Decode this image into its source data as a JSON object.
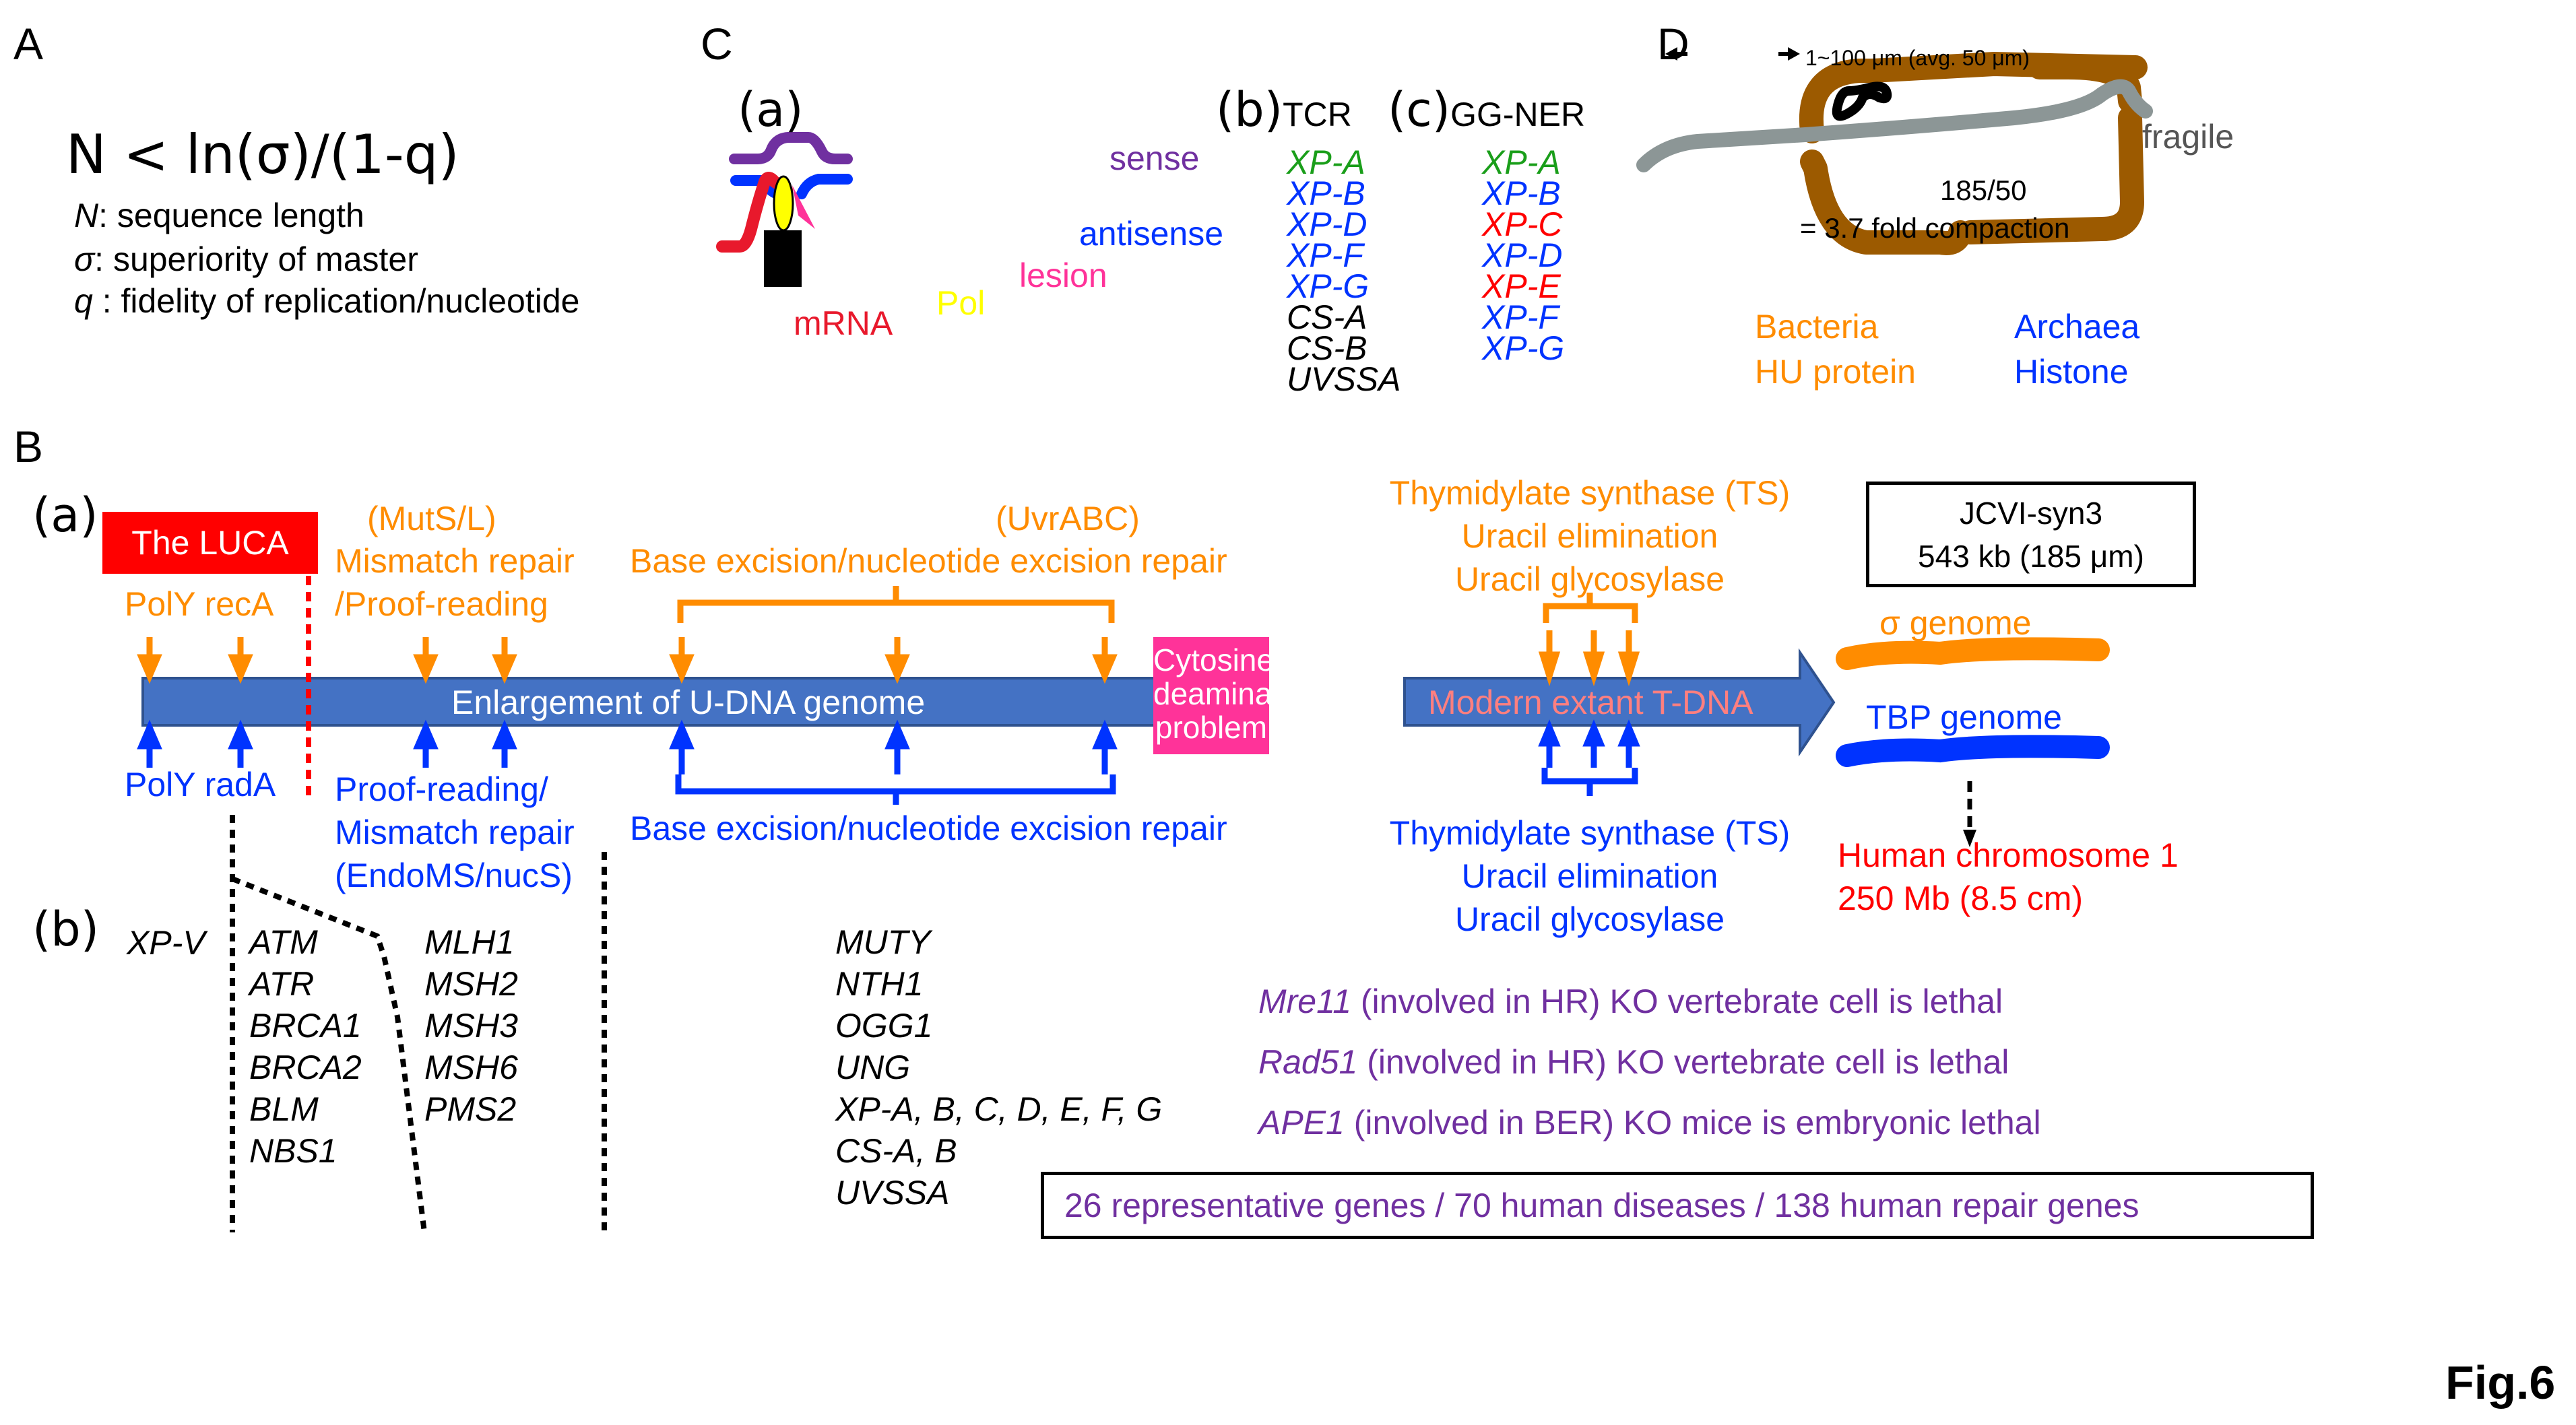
{
  "figure_label": "Fig.6",
  "panel_A": {
    "label": "A",
    "formula": "N < ln(σ)/(1-q)",
    "definitions": [
      {
        "symbol": "N",
        "text": ": sequence length"
      },
      {
        "symbol": "σ",
        "text": ": superiority of master"
      },
      {
        "symbol": "q",
        "text": " : fidelity of replication/nucleotide"
      }
    ]
  },
  "panel_C": {
    "label": "C",
    "sub_a": "(a)",
    "sub_b": "(b)",
    "sub_b_title": "TCR",
    "sub_c": "(c)",
    "sub_c_title": "GG-NER",
    "diagram_labels": {
      "sense": "sense",
      "antisense": "antisense",
      "lesion": "lesion",
      "mrna": "mRNA",
      "pol": "Pol"
    },
    "tcr_genes": [
      {
        "name": "XP-A",
        "color": "#1a9e1a"
      },
      {
        "name": "XP-B",
        "color": "#0033ff"
      },
      {
        "name": "XP-D",
        "color": "#0033ff"
      },
      {
        "name": "XP-F",
        "color": "#0033ff"
      },
      {
        "name": "XP-G",
        "color": "#0033ff"
      },
      {
        "name": "CS-A",
        "color": "#000000"
      },
      {
        "name": "CS-B",
        "color": "#000000"
      },
      {
        "name": "UVSSA",
        "color": "#000000"
      }
    ],
    "ggner_genes": [
      {
        "name": "XP-A",
        "color": "#1a9e1a"
      },
      {
        "name": "XP-B",
        "color": "#0033ff"
      },
      {
        "name": "XP-C",
        "color": "#ff0000"
      },
      {
        "name": "XP-D",
        "color": "#0033ff"
      },
      {
        "name": "XP-E",
        "color": "#ff0000"
      },
      {
        "name": "XP-F",
        "color": "#0033ff"
      },
      {
        "name": "XP-G",
        "color": "#0033ff"
      }
    ]
  },
  "panel_D": {
    "label": "D",
    "size_range": "1~100 μm (avg. 50 μm)",
    "fragile": "fragile",
    "ratio": "185/50",
    "compaction": "= 3.7 fold compaction",
    "bacteria": "Bacteria",
    "bacteria_protein": "HU protein",
    "archaea": "Archaea",
    "archaea_protein": "Histone"
  },
  "panel_B": {
    "label": "B",
    "sub_a": "(a)",
    "sub_b": "(b)",
    "luca": "The LUCA",
    "top_polY_recA": "PolY recA",
    "mutsl": "(MutS/L)",
    "mismatch_top_1": "Mismatch repair",
    "mismatch_top_2": "/Proof-reading",
    "uvrabc": "(UvrABC)",
    "ber_ner_top": "Base excision/nucleotide excision repair",
    "ts_top": [
      "Thymidylate synthase (TS)",
      "Uracil elimination",
      "Uracil glycosylase"
    ],
    "arrow_main": "Enlargement of U-DNA genome",
    "cytosine_box": [
      "Cytosine",
      "deamination",
      "problem"
    ],
    "arrow_modern": "Modern extant T-DNA",
    "bottom_polY_radA": "PolY radA",
    "proof_bottom": [
      "Proof-reading/",
      "Mismatch repair",
      "(EndoMS/nucS)"
    ],
    "ber_ner_bottom": "Base excision/nucleotide excision repair",
    "ts_bottom": [
      "Thymidylate synthase (TS)",
      "Uracil elimination",
      "Uracil glycosylase"
    ],
    "jcvi": [
      "JCVI-syn3",
      "543 kb (185 μm)"
    ],
    "sigma_genome": "σ genome",
    "tbp_genome": "TBP genome",
    "human_chr": [
      "Human chromosome 1",
      "250 Mb (8.5 cm)"
    ],
    "genes_xpv": "XP-V",
    "genes_hr": [
      "ATM",
      "ATR",
      "BRCA1",
      "BRCA2",
      "BLM",
      "NBS1"
    ],
    "genes_mmr": [
      "MLH1",
      "MSH2",
      "MSH3",
      "MSH6",
      "PMS2"
    ],
    "genes_ber_ner": [
      "MUTY",
      "NTH1",
      "OGG1",
      "UNG",
      "XP-A, B, C, D, E, F, G",
      "CS-A, B",
      "UVSSA"
    ],
    "lethal_notes": [
      {
        "gene": "Mre11",
        "text": " (involved in HR) KO vertebrate cell is lethal"
      },
      {
        "gene": "Rad51",
        "text": " (involved in HR) KO vertebrate cell is lethal"
      },
      {
        "gene": "APE1",
        "text": " (involved in BER) KO mice is embryonic lethal"
      }
    ],
    "summary": "26 representative genes / 70 human diseases / 138 human repair genes"
  },
  "colors": {
    "orange": "#ff8c00",
    "blue": "#0033ff",
    "red": "#ff0000",
    "purple": "#7030a0",
    "arrow_fill": "#4472c4",
    "cytosine_pink": "#ff3399",
    "brown": "#9c5a00",
    "gray": "#8c9696",
    "modern_text": "#ff7f7f"
  }
}
